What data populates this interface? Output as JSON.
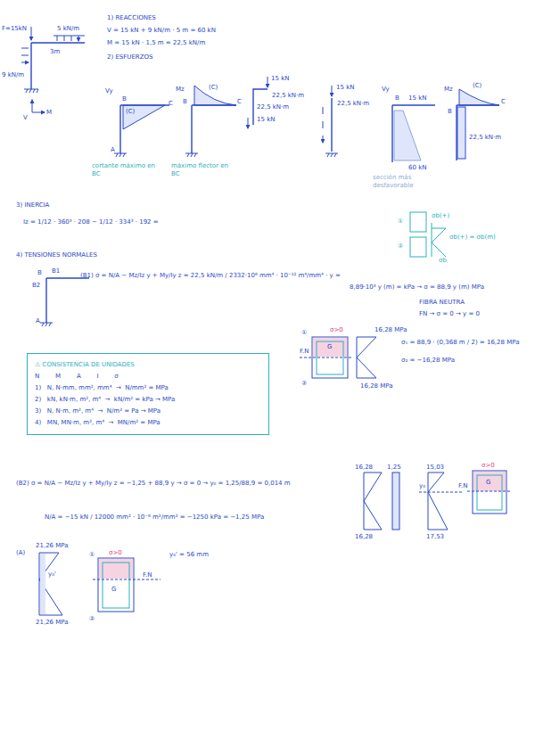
{
  "diagram": {
    "nodes": [
      {
        "text": [
          "⚠ CONSISTENCIA DE UNIDADES",
          "N        M        A        I        σ",
          "1)   N, N·mm, mm², mm⁴  →  N/mm² = MPa",
          "2)   kN, kN·m, m², m⁴  →  kN/m² = kPa → MPa",
          "3)   N, N·m, m², m⁴  →  N/m² = Pa → MPa",
          "4)   MN, MN·m, m², m⁴  →  MN/m² = MPa"
        ]
      }
    ],
    "labels": [
      "F=15kN",
      "5 kN/m",
      "3m",
      "9 kN/m",
      "M",
      "V",
      "1) REACCIONES",
      "V = 15 kN + 9 kN/m · 5 m = 60 kN",
      "M = 15 kN · 1,5 m = 22,5 kN/m",
      "2) ESFUERZOS",
      "Vy",
      "B",
      "C",
      "(C)",
      "A",
      "cortante máximo en BC",
      "Mz",
      "(C)",
      "B",
      "C",
      "máximo flector en BC",
      "15 kN",
      "22,5 kN·m",
      "22,5 kN·m",
      "15 kN",
      "15 kN",
      "22,5 kN·m",
      "Vy",
      "B",
      "15 kN",
      "60 kN",
      "sección más desfavorable",
      "Mz",
      "(C)",
      "B",
      "C",
      "22,5 kN·m",
      "3) INERCIA",
      "Iz = 1/12 · 360³ · 208 − 1/12 · 334³ · 192 =",
      "①",
      "②",
      "σb(+)",
      "σb(+) = σb(m)",
      "σb",
      "4) TENSIONES NORMALES",
      "B",
      "B1",
      "B2",
      "A",
      "(B1)  σ = N/A − Mz/Iz y + My/Iy z = 22,5 kN/m / 2332·10⁶ mm⁴ · 10⁻¹² m⁴/mm⁴ · y =",
      "8,89·10³ y (m) = kPa → σ = 88,9 y (m) MPa",
      "FIBRA NEUTRA",
      "FN → σ = 0 → y = 0",
      "①",
      "σ>0",
      "16,28 MPa",
      "F.N",
      "G",
      "②",
      "16,28 MPa",
      "σ₁ = 88,9 · (0,368 m / 2) = 16,28 MPa",
      "σ₂ = −16,28 MPa",
      "(B2)  σ = N/A − Mz/Iz y + My/Iy z = −1,25 + 88,9 y → σ = 0 → y₀ = 1,25/88,9 = 0,014 m",
      "N/A = −15 kN / 12000 mm² · 10⁻⁶ m²/mm² = −1250 kPa = −1,25 MPa",
      "16,28",
      "1,25",
      "15,03",
      "σ>0",
      "16,28",
      "17,53",
      "y₀",
      "F.N",
      "G",
      "(A)",
      "21,26 MPa",
      "y₀'",
      "21,26 MPa",
      "σ>0",
      "①",
      "F.N",
      "G",
      "②",
      "y₀' = 56 mm"
    ]
  }
}
